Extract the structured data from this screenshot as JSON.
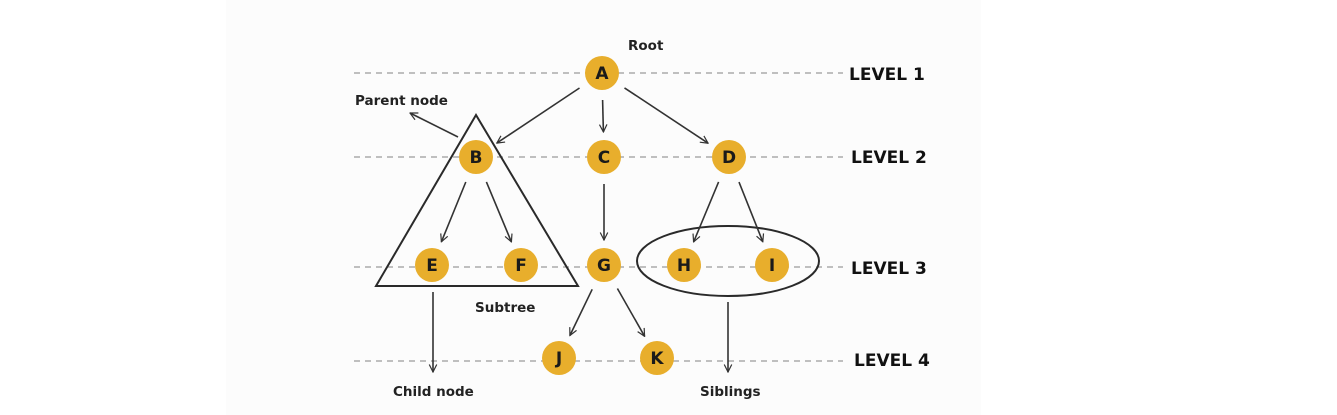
{
  "diagram": {
    "colors": {
      "node_fill": "#E8AE2C",
      "panel_bg": "#fcfcfc",
      "text": "#1a1a1a",
      "guide": "#9a9a9a"
    },
    "levels": [
      {
        "id": "level-1",
        "label": "LEVEL 1"
      },
      {
        "id": "level-2",
        "label": "LEVEL 2"
      },
      {
        "id": "level-3",
        "label": "LEVEL 3"
      },
      {
        "id": "level-4",
        "label": "LEVEL 4"
      }
    ],
    "nodes": [
      {
        "id": "A",
        "label": "A",
        "level": 1
      },
      {
        "id": "B",
        "label": "B",
        "level": 2
      },
      {
        "id": "C",
        "label": "C",
        "level": 2
      },
      {
        "id": "D",
        "label": "D",
        "level": 2
      },
      {
        "id": "E",
        "label": "E",
        "level": 3
      },
      {
        "id": "F",
        "label": "F",
        "level": 3
      },
      {
        "id": "G",
        "label": "G",
        "level": 3
      },
      {
        "id": "H",
        "label": "H",
        "level": 3
      },
      {
        "id": "I",
        "label": "I",
        "level": 3
      },
      {
        "id": "J",
        "label": "J",
        "level": 4
      },
      {
        "id": "K",
        "label": "K",
        "level": 4
      }
    ],
    "edges": [
      {
        "from": "A",
        "to": "B"
      },
      {
        "from": "A",
        "to": "C"
      },
      {
        "from": "A",
        "to": "D"
      },
      {
        "from": "B",
        "to": "E"
      },
      {
        "from": "B",
        "to": "F"
      },
      {
        "from": "C",
        "to": "G"
      },
      {
        "from": "D",
        "to": "H"
      },
      {
        "from": "D",
        "to": "I"
      },
      {
        "from": "G",
        "to": "J"
      },
      {
        "from": "G",
        "to": "K"
      }
    ],
    "annotations": {
      "root": "Root",
      "parent_node": "Parent node",
      "subtree": "Subtree",
      "child_node": "Child node",
      "siblings": "Siblings"
    }
  }
}
